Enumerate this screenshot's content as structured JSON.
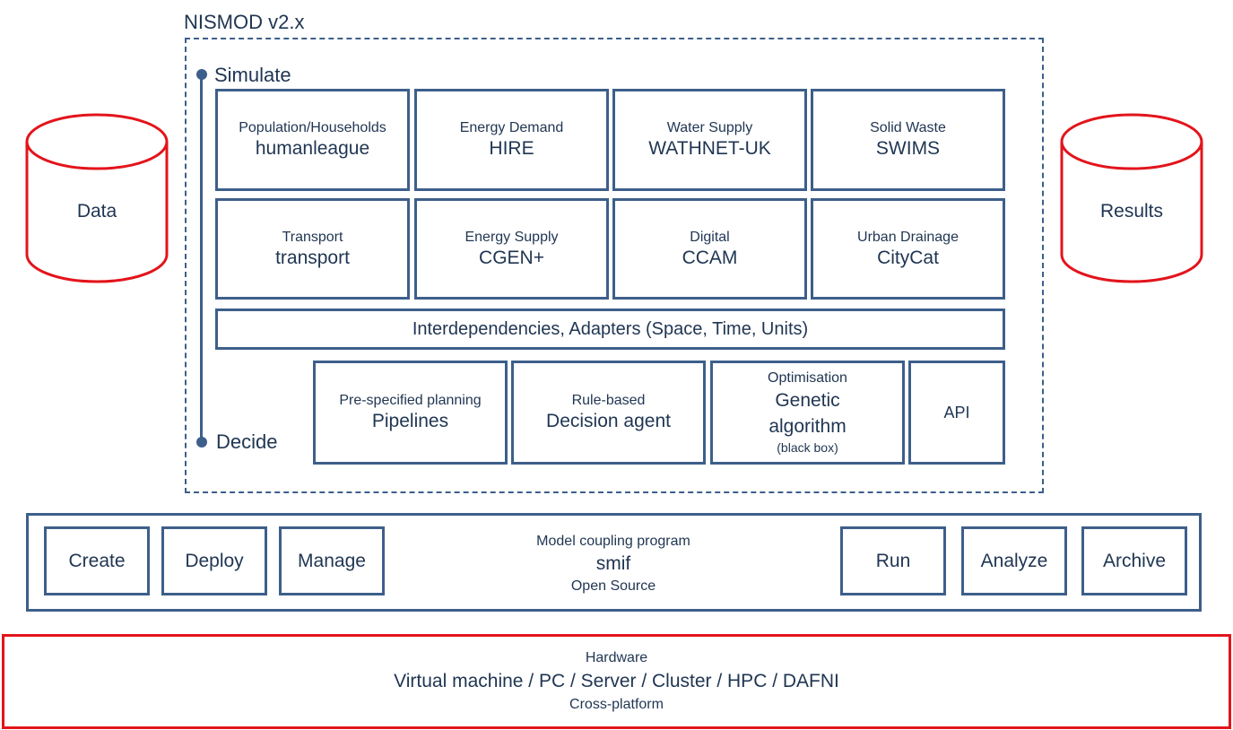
{
  "nismod": {
    "title": "NISMOD v2.x",
    "simulate_label": "Simulate",
    "decide_label": "Decide"
  },
  "storage": {
    "data_label": "Data",
    "results_label": "Results"
  },
  "models_row1": [
    {
      "category": "Population/Households",
      "name": "humanleague"
    },
    {
      "category": "Energy Demand",
      "name": "HIRE"
    },
    {
      "category": "Water Supply",
      "name": "WATHNET-UK"
    },
    {
      "category": "Solid Waste",
      "name": "SWIMS"
    }
  ],
  "models_row2": [
    {
      "category": "Transport",
      "name": "transport"
    },
    {
      "category": "Energy Supply",
      "name": "CGEN+"
    },
    {
      "category": "Digital",
      "name": "CCAM"
    },
    {
      "category": "Urban Drainage",
      "name": "CityCat"
    }
  ],
  "interdependencies": "Interdependencies, Adapters (Space, Time, Units)",
  "decide_boxes": [
    {
      "category": "Pre-specified planning",
      "name": "Pipelines"
    },
    {
      "category": "Rule-based",
      "name": "Decision agent"
    },
    {
      "category": "Optimisation",
      "name": "Genetic algorithm",
      "note": "(black box)"
    },
    {
      "name": "API"
    }
  ],
  "smif": {
    "left_actions": [
      "Create",
      "Deploy",
      "Manage"
    ],
    "right_actions": [
      "Run",
      "Analyze",
      "Archive"
    ],
    "subtitle": "Model coupling program",
    "name": "smif",
    "license": "Open Source"
  },
  "hardware": {
    "title": "Hardware",
    "platforms": "Virtual machine / PC / Server / Cluster / HPC / DAFNI",
    "note": "Cross-platform"
  },
  "colors": {
    "blue_border": "#3d5f8a",
    "red_border": "#e3141b",
    "text": "#1f3552"
  }
}
